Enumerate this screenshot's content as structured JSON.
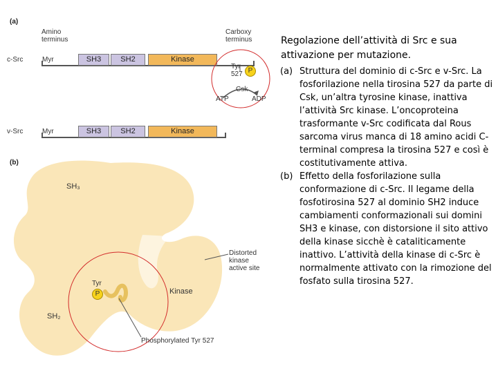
{
  "figure": {
    "panel_a": {
      "tag": "(a)",
      "amino_label": "Amino\nterminus",
      "carboxy_label": "Carboxy\nterminus",
      "c_src": {
        "name": "c-Src",
        "myr": "Myr",
        "sh3": "SH3",
        "sh2": "SH2",
        "kinase": "Kinase"
      },
      "v_src": {
        "name": "v-Src",
        "myr": "Myr",
        "sh3": "SH3",
        "sh2": "SH2",
        "kinase": "Kinase"
      },
      "tyr_label": "Tyr\n527",
      "p": "P",
      "csk": "Csk",
      "atp": "ATP",
      "adp": "ADP"
    },
    "panel_b": {
      "tag": "(b)",
      "sh3": "SH₃",
      "sh2": "SH₂",
      "kinase": "Kinase",
      "tyr": "Tyr",
      "p": "P",
      "distorted": "Distorted\nkinase\nactive site",
      "phospho": "Phosphorylated Tyr 527"
    },
    "colors": {
      "sh_domain": "#cbc4e1",
      "kinase_domain": "#f2b85a",
      "protein_body": "#fae6b8",
      "highlight_circle": "#d22a2a",
      "phosphate": "#f7d21c"
    }
  },
  "text": {
    "title": "Regolazione dell’attività di Src e sua attivazione per mutazione.",
    "items": [
      {
        "marker": "(a)",
        "text": "Struttura del dominio di c-Src e v-Src. La fosforilazione nella tirosina 527 da parte di Csk, un’altra tyrosine kinase, inattiva l’attività Src kinase. L’oncoproteina trasformante v-Src codificata dal Rous sarcoma virus manca di 18 amino acidi C-terminal compresa la tirosina 527 e così è costitutivamente attiva."
      },
      {
        "marker": "(b)",
        "text": "Effetto della fosforilazione sulla conformazione di c-Src. Il legame della fosfotirosina 527 al dominio SH2 induce cambiamenti conformazionali sui domini SH3 e kinase, con distorsione il sito attivo della kinase sicchè è cataliticamente inattivo. L’attività della kinase di c-Src è normalmente attivato con la rimozione del fosfato sulla tirosina 527."
      }
    ]
  }
}
